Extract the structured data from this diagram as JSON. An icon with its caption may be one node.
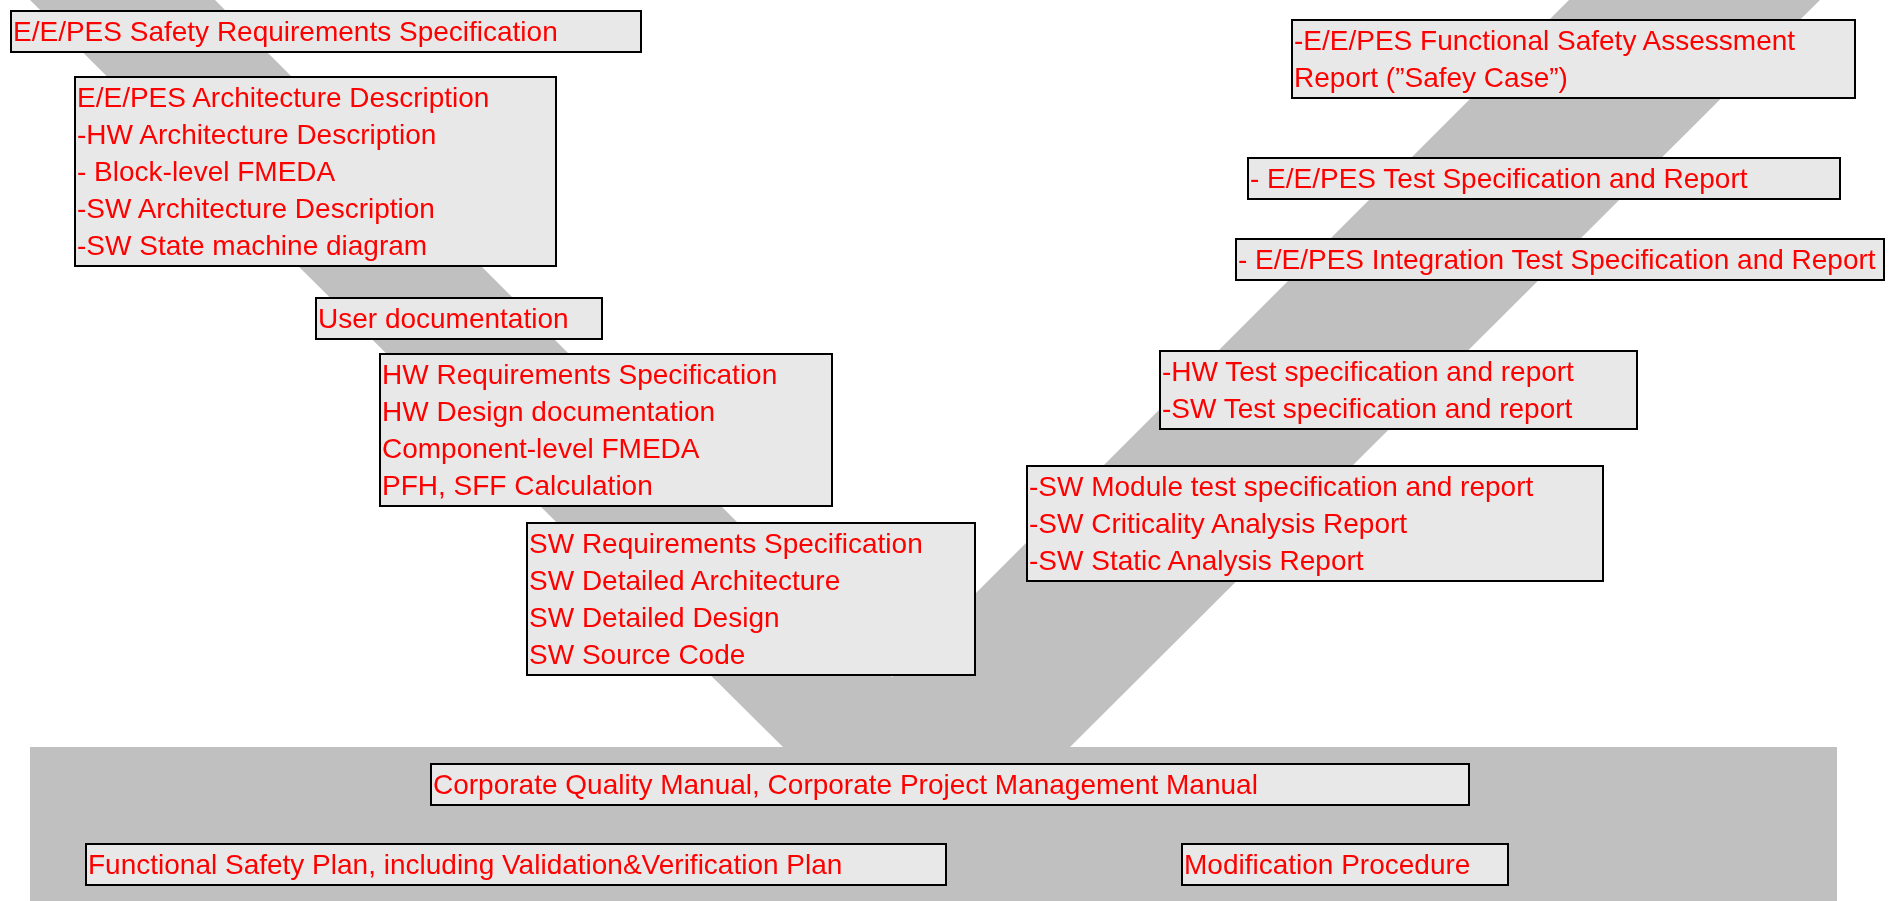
{
  "diagram": {
    "nodes": [
      {
        "text": [
          "E/E/PES Safety Requirements Specification"
        ]
      },
      {
        "text": [
          "E/E/PES Architecture Description",
          "-HW Architecture Description",
          "- Block-level FMEDA",
          "-SW Architecture Description",
          "-SW State machine diagram"
        ]
      },
      {
        "text": [
          "User documentation"
        ]
      },
      {
        "text": [
          "HW Requirements Specification",
          "HW Design documentation",
          "Component-level FMEDA",
          "PFH, SFF Calculation"
        ]
      },
      {
        "text": [
          "SW Requirements Specification",
          "SW Detailed Architecture",
          "SW Detailed Design",
          "SW Source Code"
        ]
      },
      {
        "text": [
          "-SW Module test specification and report",
          "-SW Criticality Analysis Report",
          "-SW Static Analysis Report"
        ]
      },
      {
        "text": [
          "-HW Test specification and report",
          "-SW Test specification and report"
        ]
      },
      {
        "text": [
          "- E/E/PES Integration Test Specification and Report"
        ]
      },
      {
        "text": [
          "- E/E/PES Test Specification and Report"
        ]
      },
      {
        "text": [
          "-E/E/PES Functional Safety Assessment Report (”Safey Case”)"
        ]
      },
      {
        "text": [
          "Corporate Quality Manual, Corporate Project Management Manual"
        ]
      },
      {
        "text": [
          "Functional Safety Plan, including Validation&Verification Plan"
        ]
      },
      {
        "text": [
          "Modification Procedure"
        ]
      }
    ]
  }
}
